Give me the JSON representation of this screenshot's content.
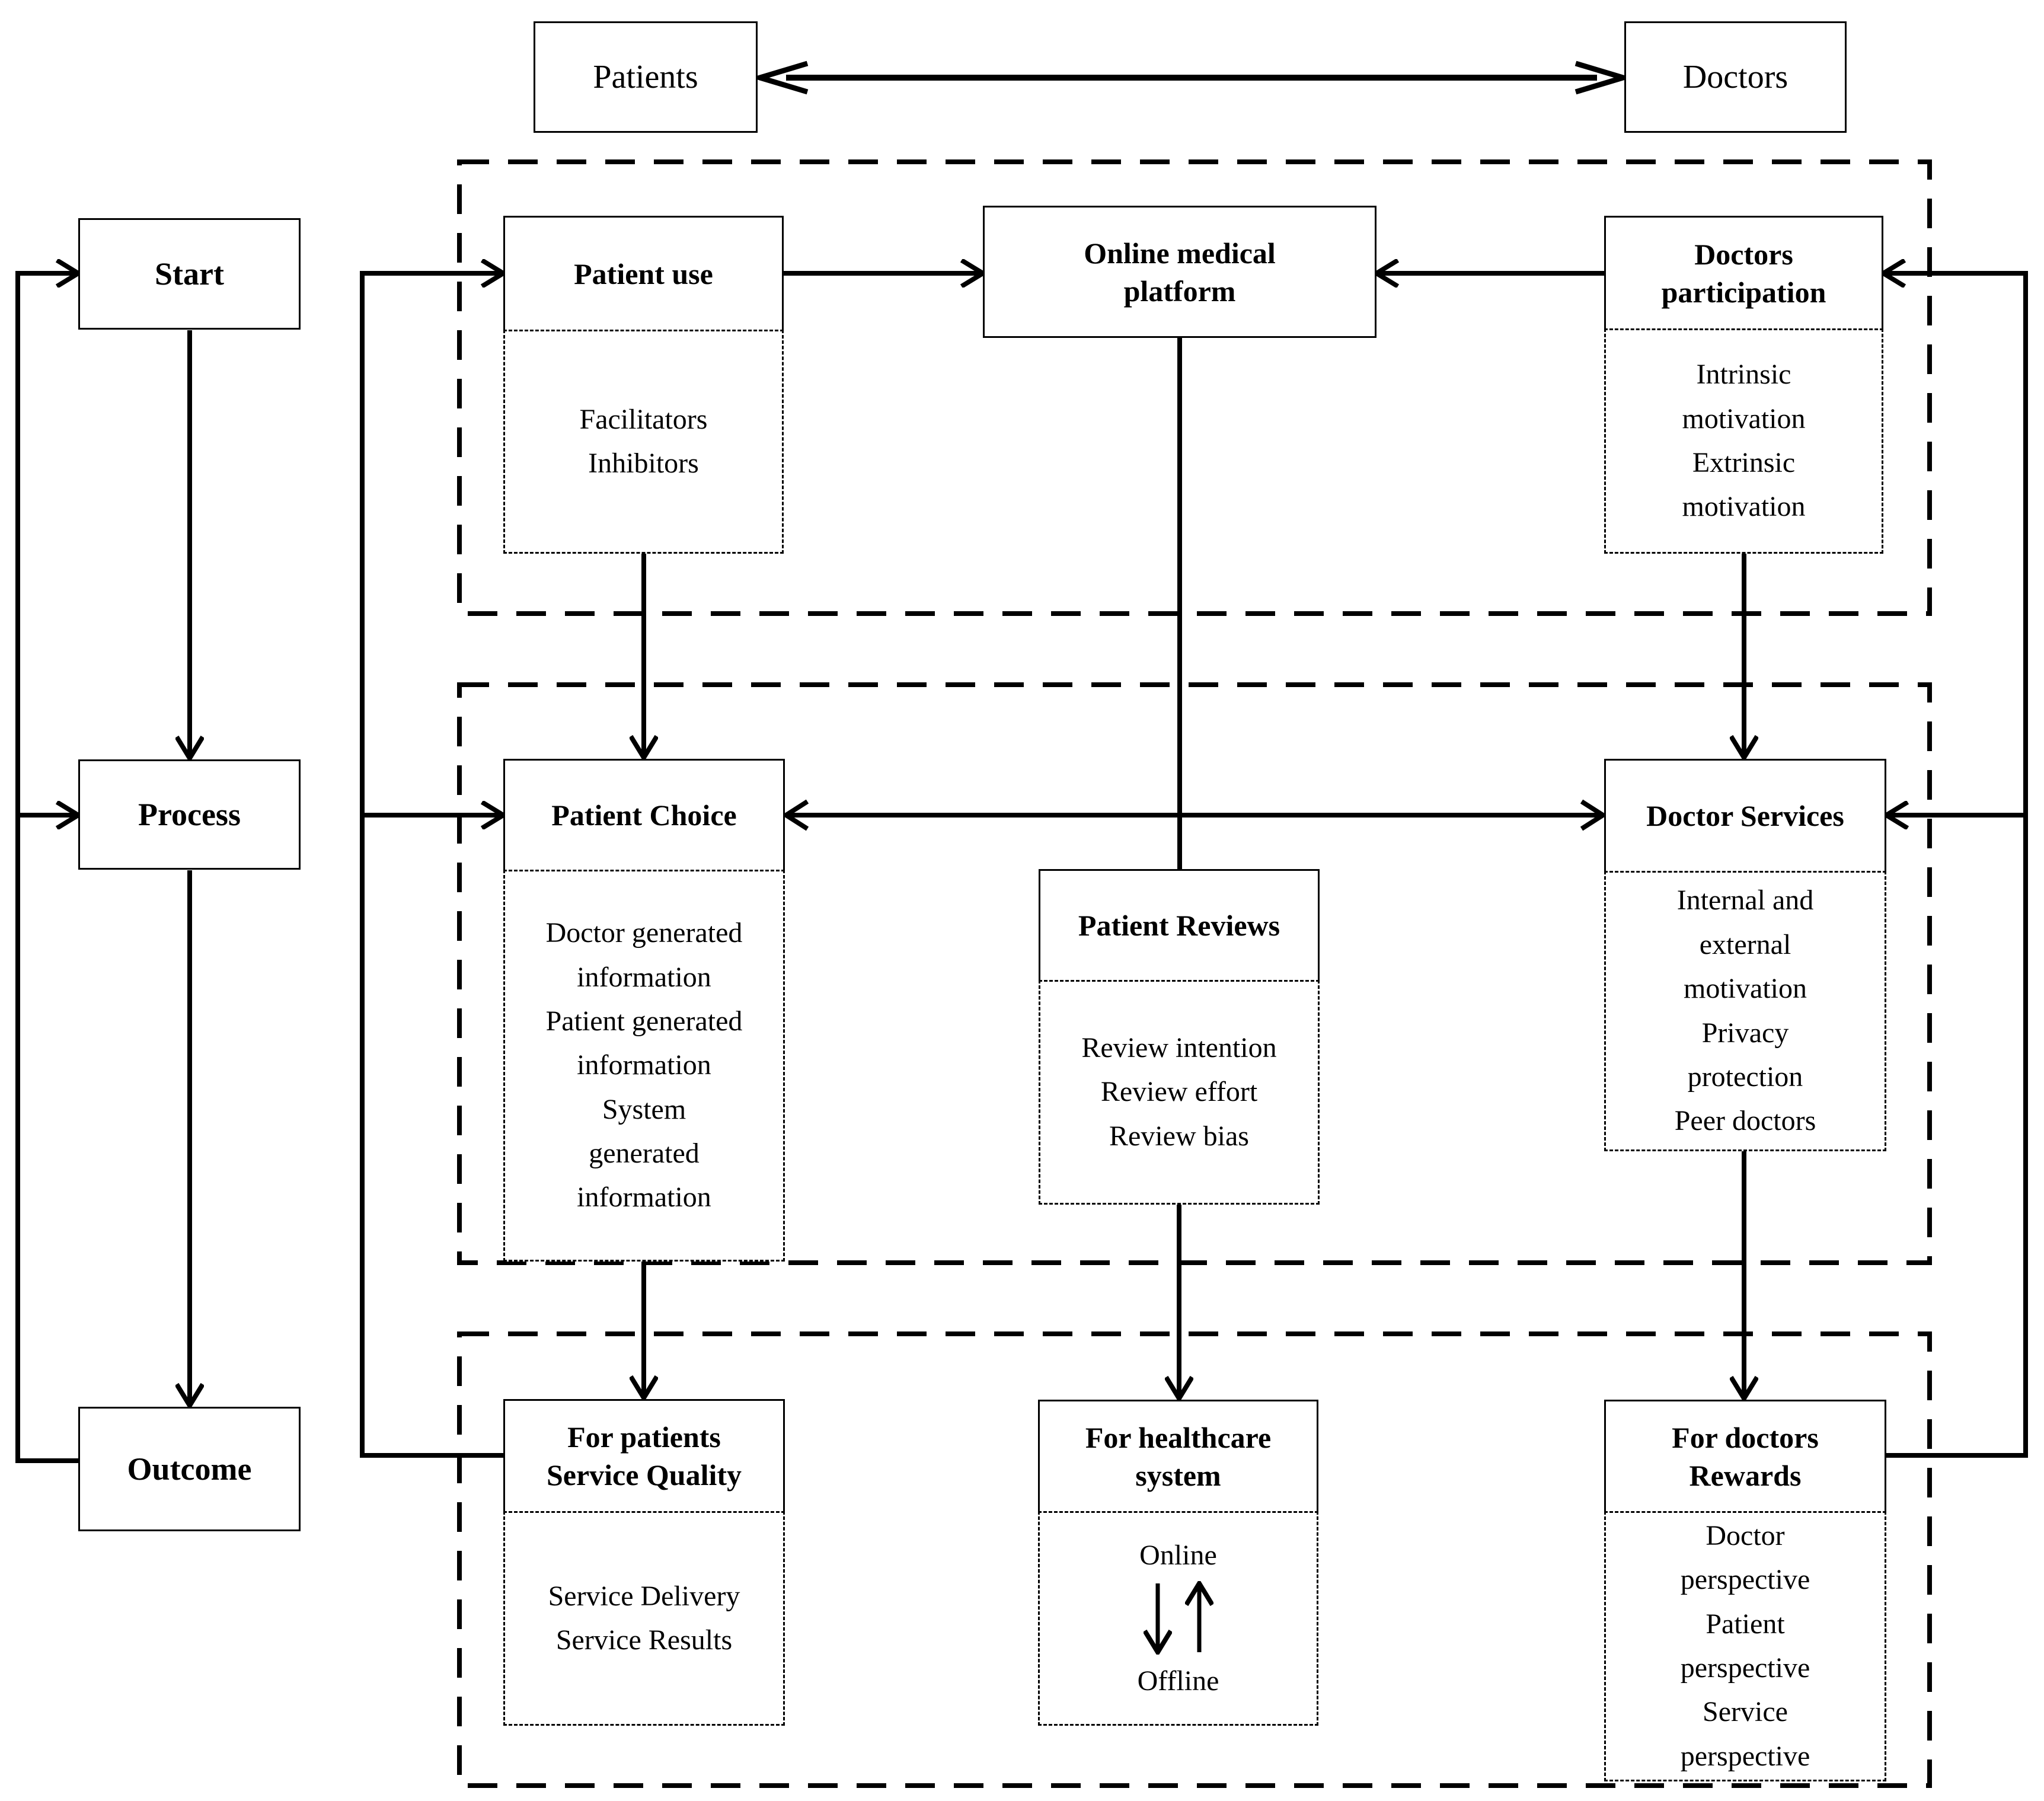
{
  "colors": {
    "ink": "#000000",
    "background": "#ffffff"
  },
  "actors": {
    "patients": "Patients",
    "doctors": "Doctors"
  },
  "stages": {
    "start": "Start",
    "process": "Process",
    "outcome": "Outcome"
  },
  "platform_row": {
    "patient_use": {
      "title": "Patient use",
      "details": "Facilitators\nInhibitors"
    },
    "online_medical_platform": {
      "title": "Online medical\nplatform"
    },
    "doctors_participation": {
      "title": "Doctors\nparticipation",
      "details": "Intrinsic\nmotivation\nExtrinsic\nmotivation"
    }
  },
  "process_row": {
    "patient_choice": {
      "title": "Patient Choice",
      "details": "Doctor generated\ninformation\nPatient generated\ninformation\nSystem\ngenerated\ninformation"
    },
    "patient_reviews": {
      "title": "Patient Reviews",
      "details": "Review intention\nReview effort\nReview bias"
    },
    "doctor_services": {
      "title": "Doctor Services",
      "details": "Internal and\nexternal\nmotivation\nPrivacy\nprotection\nPeer doctors"
    }
  },
  "outcome_row": {
    "for_patients": {
      "title": "For patients\nService Quality",
      "details": "Service Delivery\nService Results"
    },
    "for_healthcare_system": {
      "title": "For healthcare\nsystem",
      "online_label": "Online",
      "offline_label": "Offline"
    },
    "for_doctors": {
      "title": "For doctors\nRewards",
      "details": "Doctor\nperspective\nPatient\nperspective\nService\nperspective"
    }
  }
}
